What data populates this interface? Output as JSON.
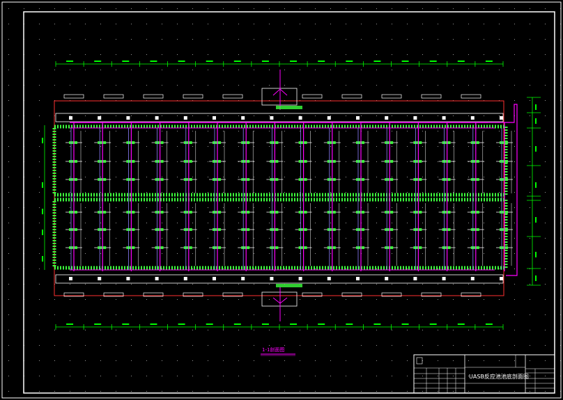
{
  "drawing": {
    "section_caption": "1-1剖面图",
    "main_title": "UASB反应池池底剖面图"
  },
  "colors": {
    "background": "#000000",
    "frame": "#ffffff",
    "dimension": "#00ff00",
    "pipe_main": "#ff00ff",
    "pipe_secondary": "#8f7fff",
    "gravel_fill": "#3cff3c",
    "wall": "#ff3030",
    "caption": "#ff00ff",
    "titleblock": "#ffffff"
  },
  "grid": {
    "columns": 16
  }
}
